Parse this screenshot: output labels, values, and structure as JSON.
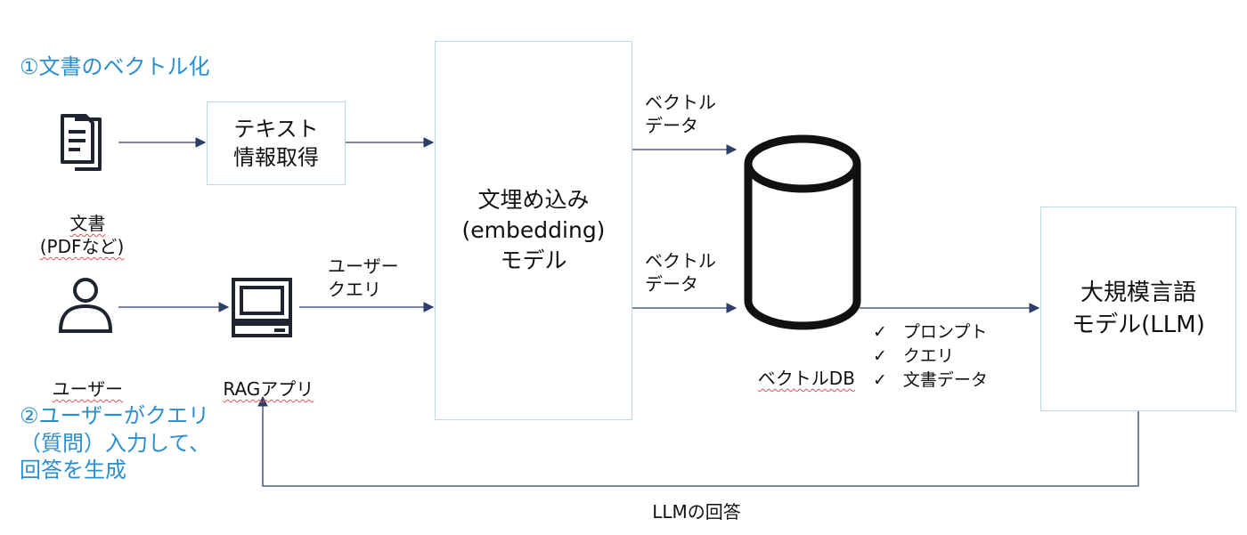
{
  "headings": {
    "section1": "①文書のベクトル化",
    "section2": "②ユーザーがクエリ\n（質問）入力して、\n回答を生成"
  },
  "nodes": {
    "document": "文書\n(PDFなど)",
    "user": "ユーザー",
    "text_extraction": "テキスト\n情報取得",
    "rag_app": "RAGアプリ",
    "embedding_model": "文埋め込み\n(embedding)\nモデル",
    "vector_db": "ベクトルDB",
    "llm": "大規模言語\nモデル(LLM)"
  },
  "edge_labels": {
    "vector_data_top": "ベクトル\nデータ",
    "vector_data_bottom": "ベクトル\nデータ",
    "user_query": "ユーザー\nクエリ",
    "llm_answer": "LLMの回答"
  },
  "llm_inputs": [
    "プロンプト",
    "クエリ",
    "文書データ"
  ],
  "colors": {
    "heading": "#2b8fcf",
    "arrow": "#2f3d6b",
    "box_border": "#bfd8e6",
    "icon": "#1f2430"
  },
  "icons": [
    "document-icon",
    "user-icon",
    "computer-icon",
    "database-icon",
    "check-icon"
  ]
}
